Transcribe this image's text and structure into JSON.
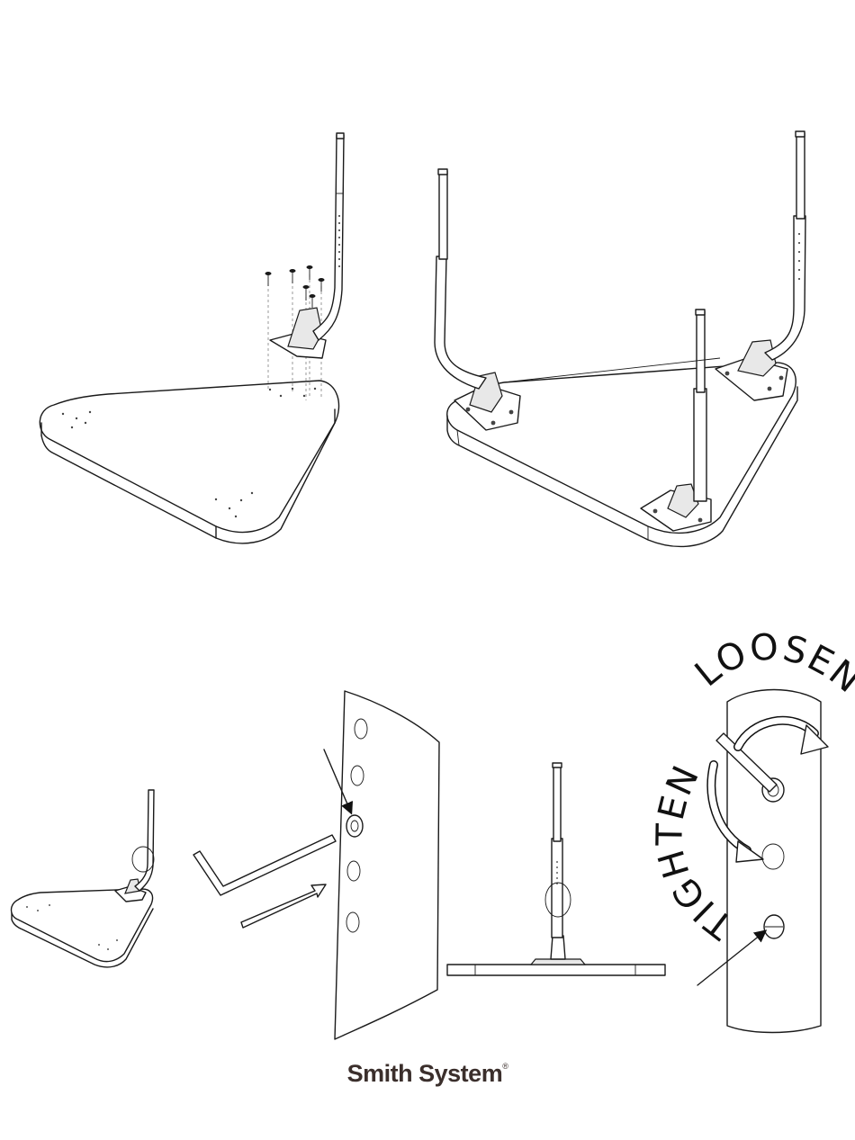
{
  "labels": {
    "loosen": "LOOSEN",
    "tighten": "TIGHTEN"
  },
  "brand": {
    "name": "Smith System",
    "mark": "®",
    "color": "#3b2f2c"
  },
  "icons": {
    "arrow_loosen": "curved-arrow-clockwise",
    "arrow_tighten": "curved-arrow-clockwise",
    "pointer": "leader-arrow",
    "insert": "hollow-arrow"
  }
}
